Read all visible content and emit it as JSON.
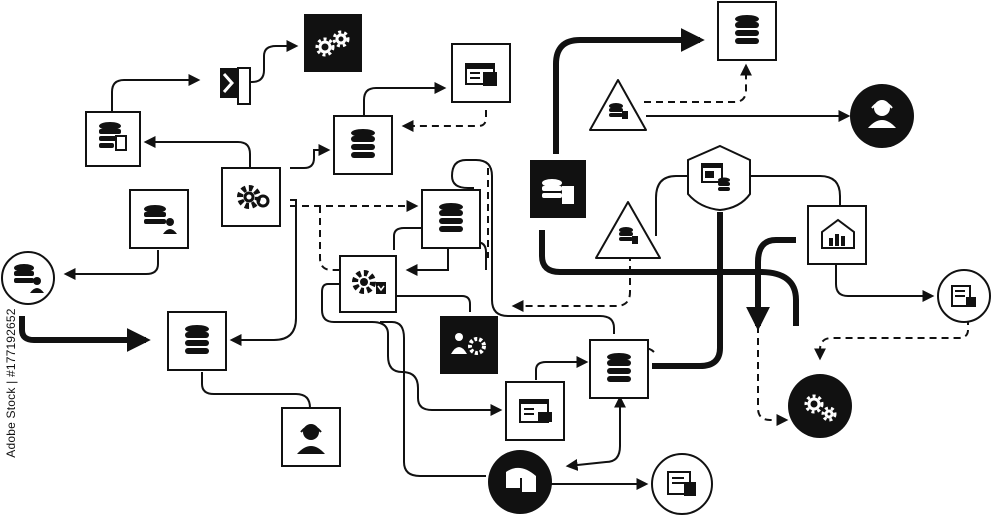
{
  "stock_watermark": {
    "text": "Adobe Stock | #177192652"
  },
  "palette": {
    "stroke": "#111111",
    "fill_dark": "#111111",
    "fill_light": "#ffffff"
  },
  "nodes": [
    {
      "id": "db-box-top-right",
      "shape": "square",
      "style": "light",
      "icon": "database-icon"
    },
    {
      "id": "gears-box-top",
      "shape": "square",
      "style": "dark",
      "icon": "gears-icon"
    },
    {
      "id": "terminal-node",
      "shape": "square",
      "style": "light",
      "icon": "terminal-icon"
    },
    {
      "id": "db-mobile-box",
      "shape": "square",
      "style": "light",
      "icon": "database-mobile-icon"
    },
    {
      "id": "window-box",
      "shape": "square",
      "style": "light",
      "icon": "windows-icon"
    },
    {
      "id": "db-box-upper",
      "shape": "square",
      "style": "light",
      "icon": "database-icon"
    },
    {
      "id": "hub-gear-box",
      "shape": "square",
      "style": "light",
      "icon": "gear-icon"
    },
    {
      "id": "db-user-box",
      "shape": "square",
      "style": "light",
      "icon": "database-user-icon"
    },
    {
      "id": "db-user-circle",
      "shape": "circle",
      "style": "light",
      "icon": "database-user-icon"
    },
    {
      "id": "db-box-center",
      "shape": "square",
      "style": "light",
      "icon": "database-icon"
    },
    {
      "id": "db-box-left-bottom",
      "shape": "square",
      "style": "light",
      "icon": "database-icon"
    },
    {
      "id": "gear-download-box",
      "shape": "square",
      "style": "light",
      "icon": "gear-download-icon"
    },
    {
      "id": "user-gear-box",
      "shape": "square",
      "style": "dark",
      "icon": "user-gear-icon"
    },
    {
      "id": "db-server-box",
      "shape": "square",
      "style": "dark",
      "icon": "database-server-icon"
    },
    {
      "id": "warning-db-top",
      "shape": "triangle",
      "style": "light",
      "icon": "warning-database-icon"
    },
    {
      "id": "support-agent-circle",
      "shape": "circle",
      "style": "dark",
      "icon": "support-agent-icon"
    },
    {
      "id": "warning-db-mid",
      "shape": "triangle",
      "style": "light",
      "icon": "warning-database-icon"
    },
    {
      "id": "shield-db-node",
      "shape": "shield",
      "style": "light",
      "icon": "windows-database-icon"
    },
    {
      "id": "house-chart-box",
      "shape": "square",
      "style": "light",
      "icon": "house-chart-icon"
    },
    {
      "id": "doc-circle-right",
      "shape": "circle",
      "style": "light",
      "icon": "document-icon"
    },
    {
      "id": "gears-circle-dark",
      "shape": "circle",
      "style": "dark",
      "icon": "gears-icon"
    },
    {
      "id": "db-box-lower-center",
      "shape": "square",
      "style": "light",
      "icon": "database-icon"
    },
    {
      "id": "web-window-box",
      "shape": "square",
      "style": "light",
      "icon": "web-window-icon"
    },
    {
      "id": "support-box",
      "shape": "square",
      "style": "light",
      "icon": "support-agent-icon"
    },
    {
      "id": "cloud-files-circle",
      "shape": "circle",
      "style": "dark",
      "icon": "cloud-files-icon"
    },
    {
      "id": "doc-circle-bottom",
      "shape": "circle",
      "style": "light",
      "icon": "document-icon"
    }
  ]
}
